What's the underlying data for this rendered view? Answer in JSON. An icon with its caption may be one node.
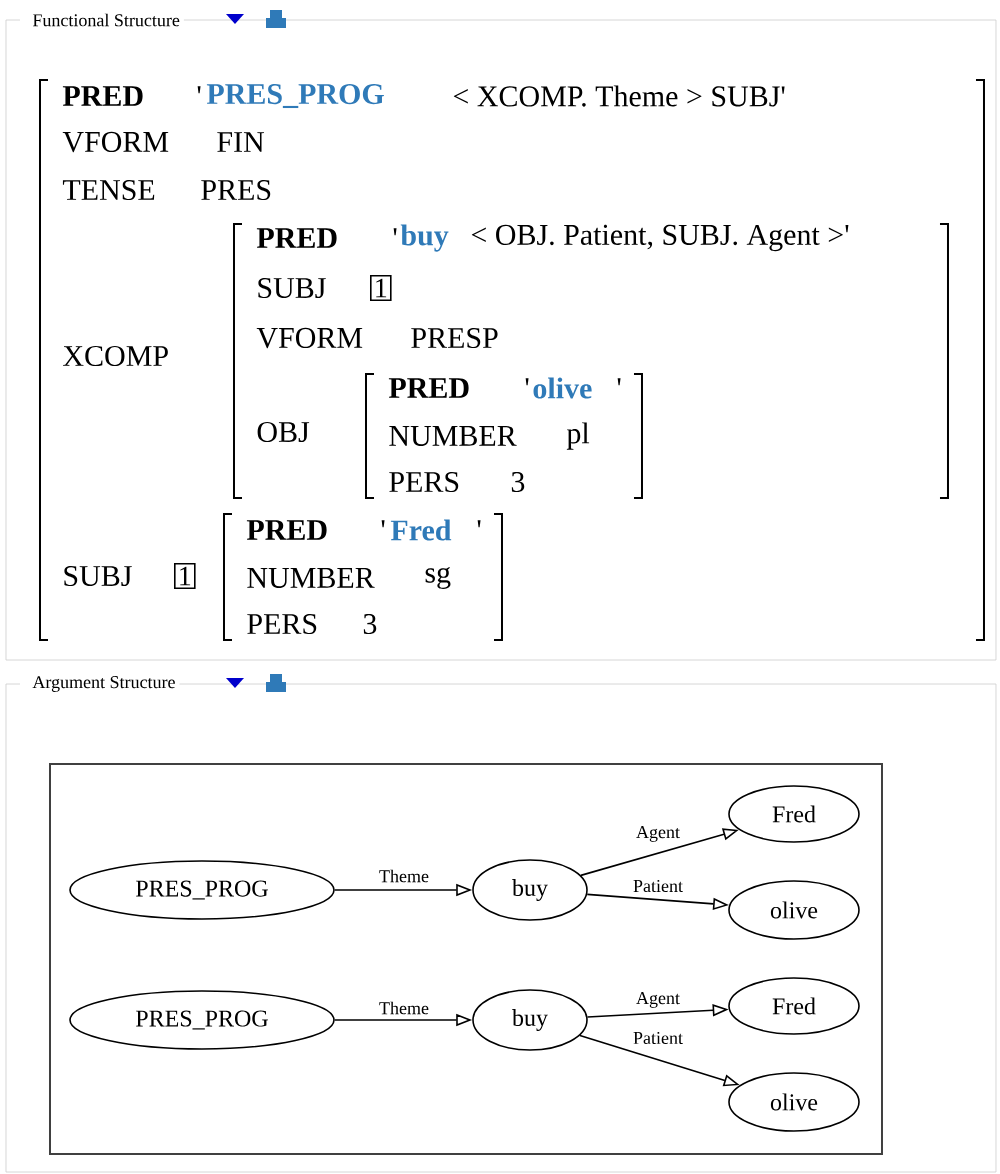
{
  "diagram": {
    "nodes": [
      {
        "text": [
          "PRES_PROG"
        ]
      },
      {
        "text": [
          "buy"
        ]
      },
      {
        "text": [
          "Fred"
        ]
      },
      {
        "text": [
          "olive"
        ]
      },
      {
        "text": [
          "PRES_PROG"
        ]
      },
      {
        "text": [
          "buy"
        ]
      },
      {
        "text": [
          "Fred"
        ]
      },
      {
        "text": [
          "olive"
        ]
      }
    ],
    "edges": [
      {
        "from": 0,
        "to": 1,
        "arrow": "to",
        "label": "Theme"
      },
      {
        "from": 1,
        "to": 2,
        "arrow": "to",
        "label": "Agent"
      },
      {
        "from": 1,
        "to": 3,
        "arrow": "to",
        "label": "Patient"
      },
      {
        "from": 4,
        "to": 5,
        "arrow": "to",
        "label": "Theme"
      },
      {
        "from": 5,
        "to": 6,
        "arrow": "to",
        "label": "Agent"
      },
      {
        "from": 5,
        "to": 7,
        "arrow": "to",
        "label": "Patient"
      }
    ],
    "labels": [
      "Functional Structure",
      "PRED",
      "'",
      "PRES_PROG",
      "< XCOMP. Theme > SUBJ'",
      "VFORM",
      "FIN",
      "TENSE",
      "PRES",
      "XCOMP",
      "PRED",
      "'",
      "buy",
      "< OBJ. Patient, SUBJ. Agent >'",
      "SUBJ",
      "1",
      "VFORM",
      "PRESP",
      "OBJ",
      "PRED",
      "'",
      "olive",
      "'",
      "NUMBER",
      "pl",
      "PERS",
      "3",
      "SUBJ",
      "1",
      "PRED",
      "'",
      "Fred",
      "'",
      "NUMBER",
      "sg",
      "PERS",
      "3",
      "Argument Structure"
    ]
  }
}
